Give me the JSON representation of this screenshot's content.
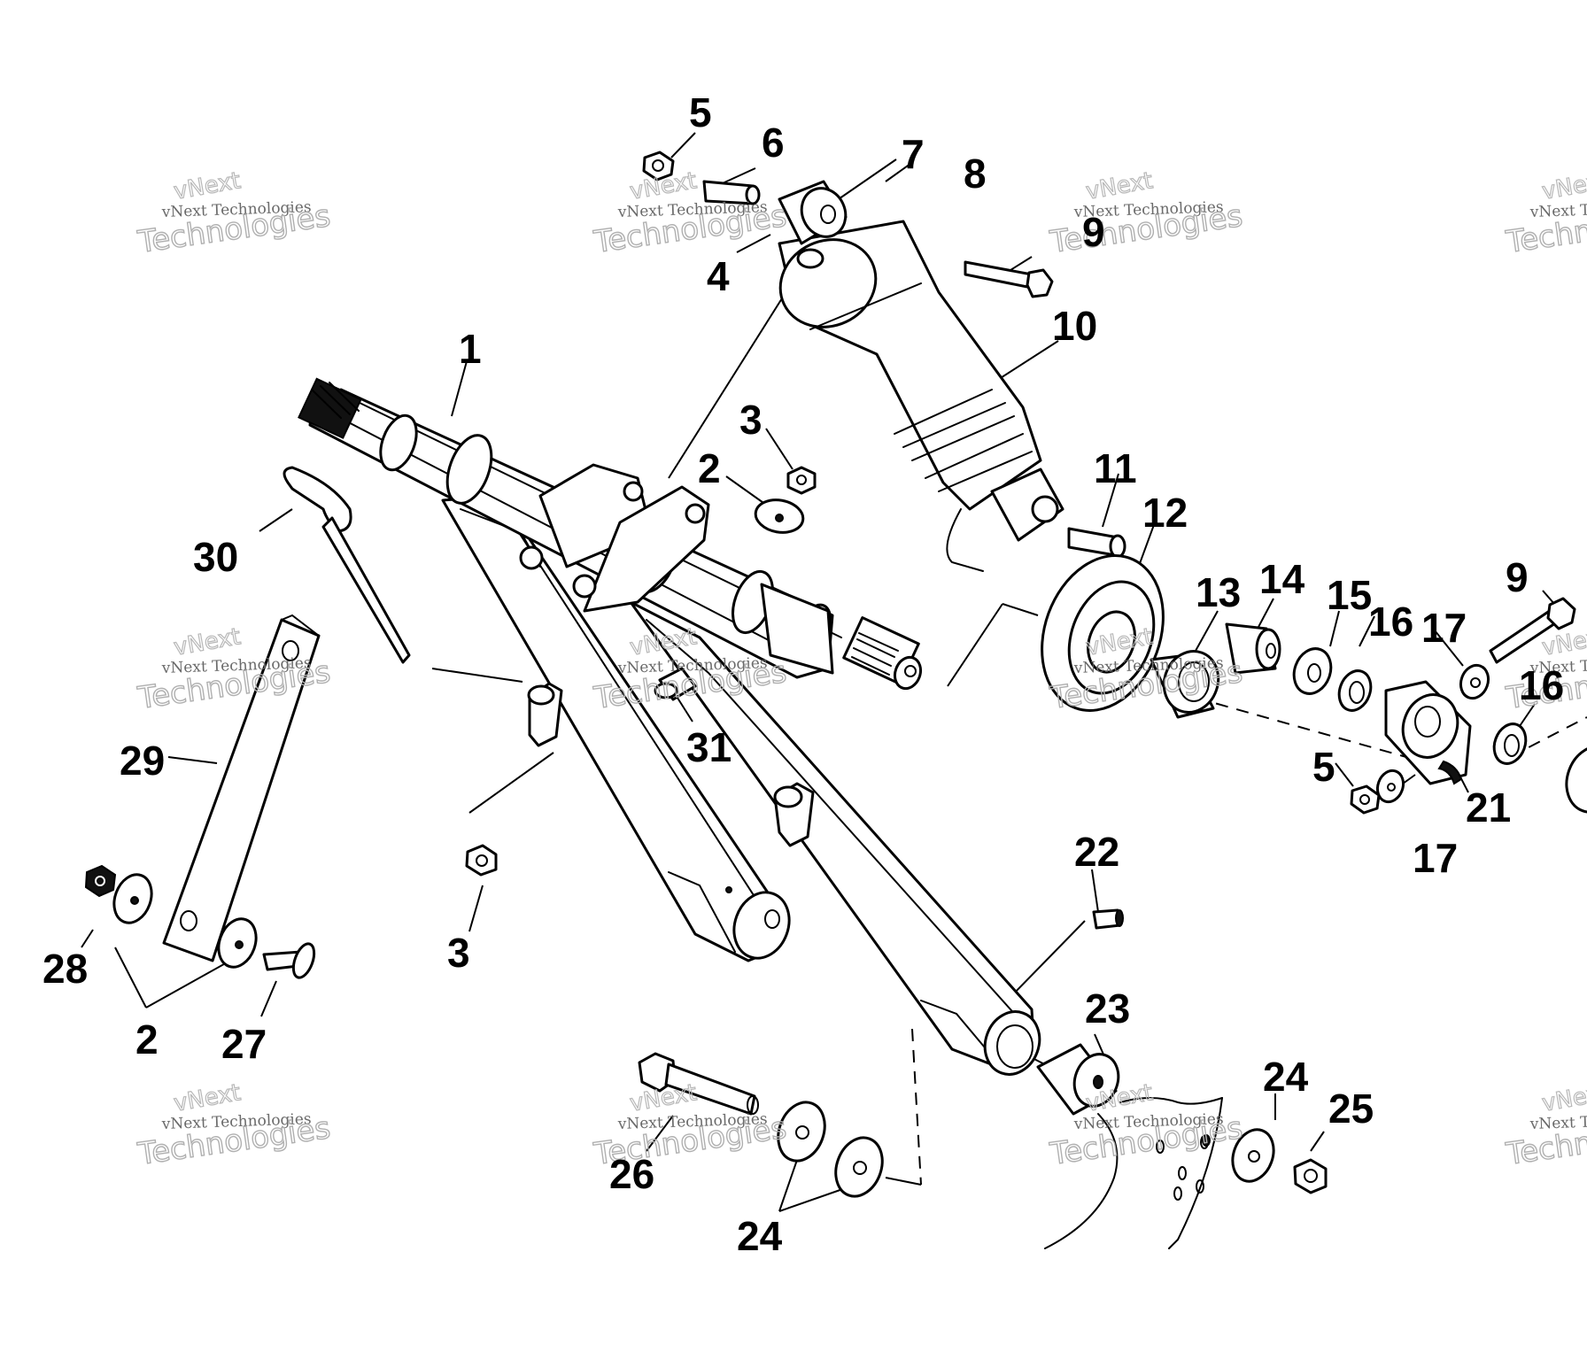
{
  "diagram": {
    "watermark": {
      "line1": "vNext",
      "line2": "vNext Technologies",
      "line3": "Technologies"
    },
    "callouts": [
      {
        "id": "c5a",
        "label": "5"
      },
      {
        "id": "c6",
        "label": "6"
      },
      {
        "id": "c7",
        "label": "7"
      },
      {
        "id": "c8",
        "label": "8"
      },
      {
        "id": "c4",
        "label": "4"
      },
      {
        "id": "c9a",
        "label": "9"
      },
      {
        "id": "c10",
        "label": "10"
      },
      {
        "id": "c1",
        "label": "1"
      },
      {
        "id": "c3a",
        "label": "3"
      },
      {
        "id": "c2a",
        "label": "2"
      },
      {
        "id": "c11",
        "label": "11"
      },
      {
        "id": "c12",
        "label": "12"
      },
      {
        "id": "c30",
        "label": "30"
      },
      {
        "id": "c13",
        "label": "13"
      },
      {
        "id": "c14",
        "label": "14"
      },
      {
        "id": "c15",
        "label": "15"
      },
      {
        "id": "c16a",
        "label": "16"
      },
      {
        "id": "c17a",
        "label": "17"
      },
      {
        "id": "c9b",
        "label": "9"
      },
      {
        "id": "c16b",
        "label": "16"
      },
      {
        "id": "c29",
        "label": "29"
      },
      {
        "id": "c31",
        "label": "31"
      },
      {
        "id": "c5b",
        "label": "5"
      },
      {
        "id": "c21",
        "label": "21"
      },
      {
        "id": "c17b",
        "label": "17"
      },
      {
        "id": "c22",
        "label": "22"
      },
      {
        "id": "c28",
        "label": "28"
      },
      {
        "id": "c3b",
        "label": "3"
      },
      {
        "id": "c2b",
        "label": "2"
      },
      {
        "id": "c27",
        "label": "27"
      },
      {
        "id": "c23",
        "label": "23"
      },
      {
        "id": "c24a",
        "label": "24"
      },
      {
        "id": "c25",
        "label": "25"
      },
      {
        "id": "c26",
        "label": "26"
      },
      {
        "id": "c24b",
        "label": "24"
      }
    ]
  }
}
